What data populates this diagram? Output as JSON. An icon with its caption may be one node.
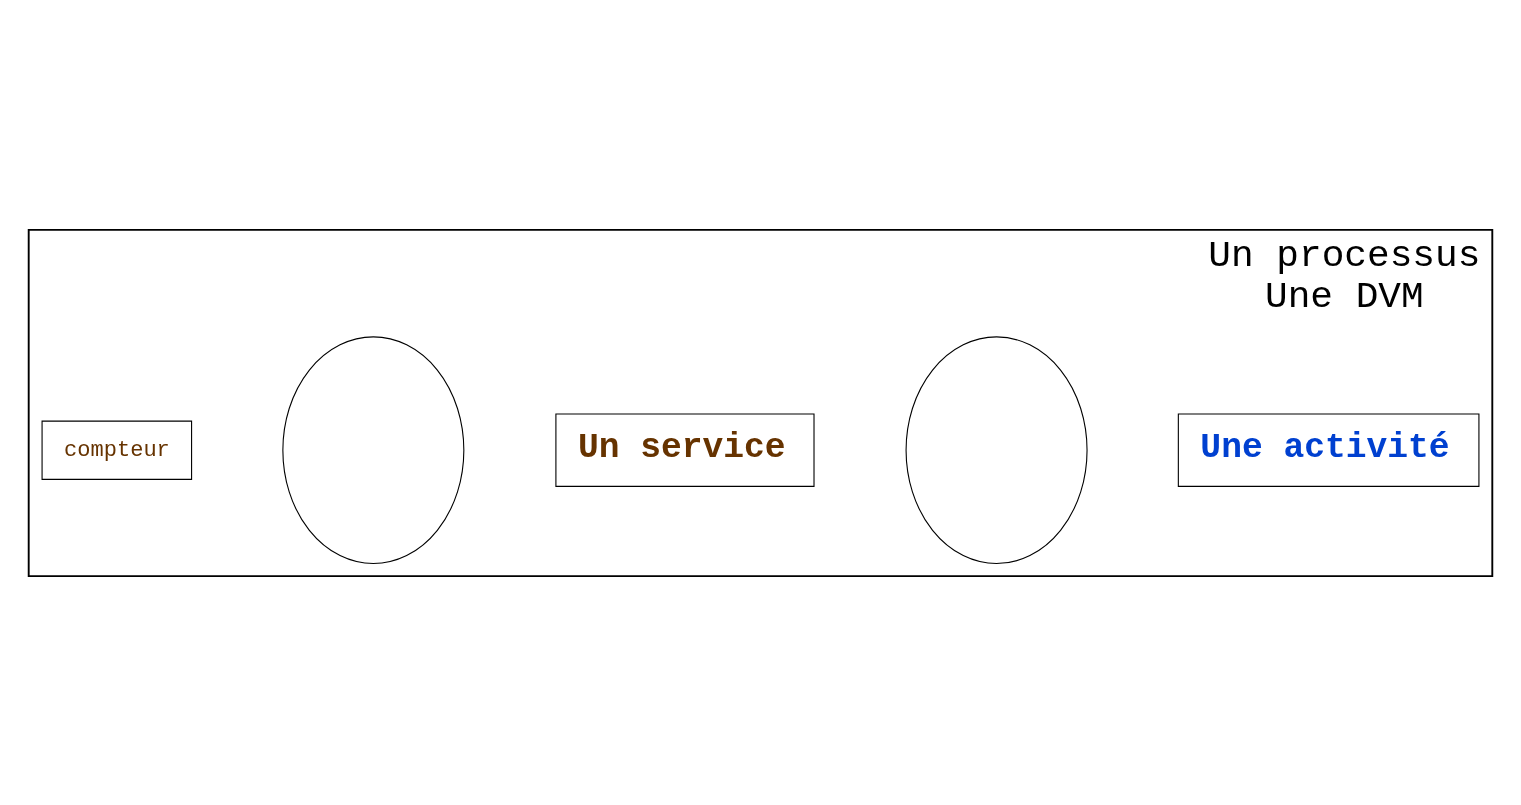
{
  "diagram": {
    "nodes": [
      {
        "text": [
          "Un processus",
          "Une DVM"
        ]
      },
      {
        "text": [
          "Une activité"
        ],
        "in": 0
      },
      {
        "text": [],
        "shape": "circle",
        "in": 0
      },
      {
        "text": [
          "Un service"
        ],
        "in": 0
      },
      {
        "text": [],
        "shape": "circle",
        "in": 0
      },
      {
        "text": [
          "compteur"
        ],
        "in": 0
      }
    ],
    "edges": []
  }
}
